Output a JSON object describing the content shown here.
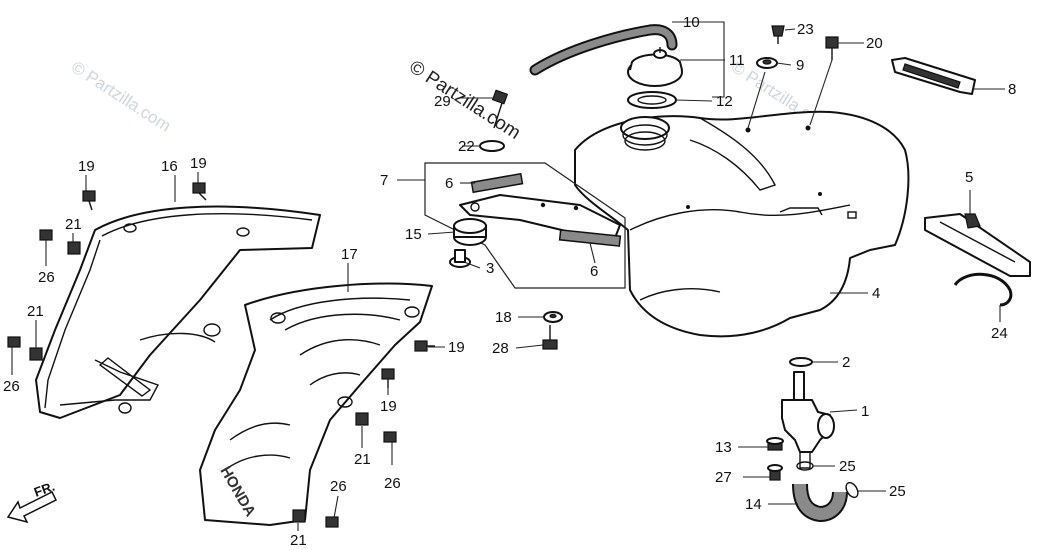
{
  "watermark": {
    "copyright": "© Partzilla.com",
    "repeated": "© Partzilla.com"
  },
  "direction_label": "FR.",
  "callouts": [
    {
      "id": "c1",
      "label": "1"
    },
    {
      "id": "c2",
      "label": "2"
    },
    {
      "id": "c3",
      "label": "3"
    },
    {
      "id": "c4",
      "label": "4"
    },
    {
      "id": "c5",
      "label": "5"
    },
    {
      "id": "c6a",
      "label": "6"
    },
    {
      "id": "c6b",
      "label": "6"
    },
    {
      "id": "c7",
      "label": "7"
    },
    {
      "id": "c8",
      "label": "8"
    },
    {
      "id": "c9",
      "label": "9"
    },
    {
      "id": "c10",
      "label": "10"
    },
    {
      "id": "c11",
      "label": "11"
    },
    {
      "id": "c12",
      "label": "12"
    },
    {
      "id": "c13",
      "label": "13"
    },
    {
      "id": "c14",
      "label": "14"
    },
    {
      "id": "c15",
      "label": "15"
    },
    {
      "id": "c16",
      "label": "16"
    },
    {
      "id": "c17",
      "label": "17"
    },
    {
      "id": "c18",
      "label": "18"
    },
    {
      "id": "c19a",
      "label": "19"
    },
    {
      "id": "c19b",
      "label": "19"
    },
    {
      "id": "c19c",
      "label": "19"
    },
    {
      "id": "c19d",
      "label": "19"
    },
    {
      "id": "c20",
      "label": "20"
    },
    {
      "id": "c21a",
      "label": "21"
    },
    {
      "id": "c21b",
      "label": "21"
    },
    {
      "id": "c21c",
      "label": "21"
    },
    {
      "id": "c21d",
      "label": "21"
    },
    {
      "id": "c22",
      "label": "22"
    },
    {
      "id": "c23",
      "label": "23"
    },
    {
      "id": "c24",
      "label": "24"
    },
    {
      "id": "c25a",
      "label": "25"
    },
    {
      "id": "c25b",
      "label": "25"
    },
    {
      "id": "c26a",
      "label": "26"
    },
    {
      "id": "c26b",
      "label": "26"
    },
    {
      "id": "c26c",
      "label": "26"
    },
    {
      "id": "c27",
      "label": "27"
    },
    {
      "id": "c28",
      "label": "28"
    },
    {
      "id": "c29",
      "label": "29"
    }
  ]
}
